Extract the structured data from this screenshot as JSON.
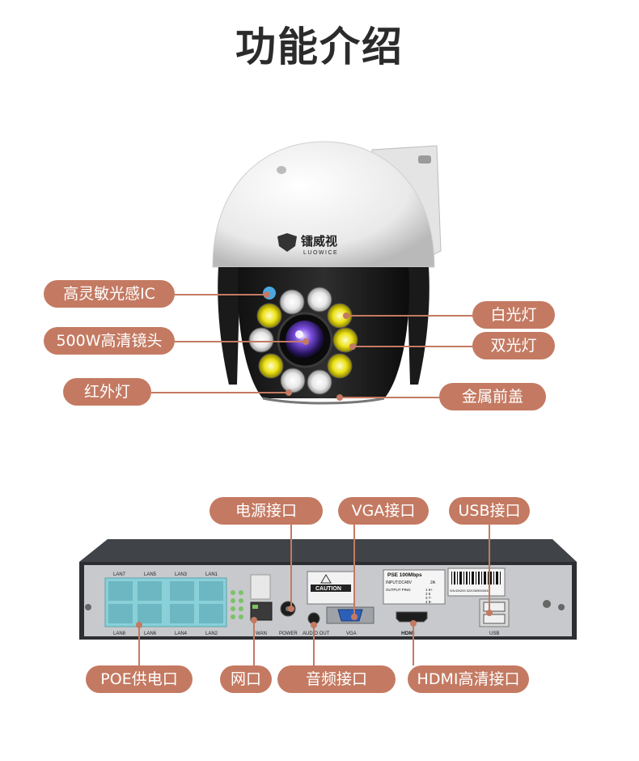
{
  "title": "功能介绍",
  "camera": {
    "brand_name": "镭威视",
    "brand_sub": "LUOWICE",
    "labels": {
      "sensor": "高灵敏光感IC",
      "lens": "500W高清镜头",
      "infrared": "红外灯",
      "white_light": "白光灯",
      "dual_light": "双光灯",
      "front_cover": "金属前盖"
    }
  },
  "nvr": {
    "labels": {
      "power": "电源接口",
      "vga": "VGA接口",
      "usb": "USB接口",
      "poe": "POE供电口",
      "lan": "网口",
      "audio": "音频接口",
      "hdmi": "HDMI高清接口"
    },
    "ports": {
      "lan_top": [
        "LAN7",
        "LAN5",
        "LAN3",
        "LAN1"
      ],
      "lan_bottom": [
        "LAN8",
        "LAN6",
        "LAN4",
        "LAN2"
      ],
      "wan": "WAN",
      "power": "POWER",
      "audio_out": "AUDIO OUT",
      "vga": "VGA",
      "usb": "USB",
      "hdmi": "HDMI"
    },
    "caution": "CAUTION",
    "spec": {
      "model": "PSE 100Mbps",
      "input": "INPUT:DC48V",
      "current": "2A",
      "output_pins": "OUTPUT PINS:",
      "pins": [
        "1 5+",
        "2 6",
        "3 7-",
        "4 8-"
      ]
    },
    "serial": "S/N:D0209 3220309000033"
  },
  "colors": {
    "accent": "#c47a62",
    "title": "#2b2b2b",
    "lan_port": "#7fc6cf"
  }
}
